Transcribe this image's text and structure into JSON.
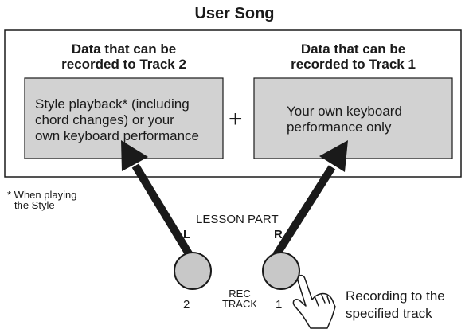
{
  "title": "User Song",
  "track2": {
    "heading_line1": "Data that can be",
    "heading_line2": "recorded to Track 2",
    "content_line1": "Style playback* (including",
    "content_line2": "chord changes) or your",
    "content_line3": "own keyboard performance"
  },
  "track1": {
    "heading_line1": "Data that can be",
    "heading_line2": "recorded to Track 1",
    "content_line1": "Your own keyboard",
    "content_line2": "performance only"
  },
  "plus_sign": "+",
  "footnote_line1": "* When playing",
  "footnote_line2": "the Style",
  "lesson_part_label": "LESSON PART",
  "left_button_letter": "L",
  "right_button_letter": "R",
  "rec_label_line1": "REC",
  "rec_label_line2": "TRACK",
  "left_track_number": "2",
  "right_track_number": "1",
  "caption_line1": "Recording to the",
  "caption_line2": "specified track",
  "colors": {
    "box_fill": "#d2d2d2",
    "button_fill": "#c8c8c8",
    "ink": "#1a1a1a"
  },
  "icons": [
    "pointing-hand-icon",
    "arrow-up-left",
    "arrow-up-right"
  ]
}
